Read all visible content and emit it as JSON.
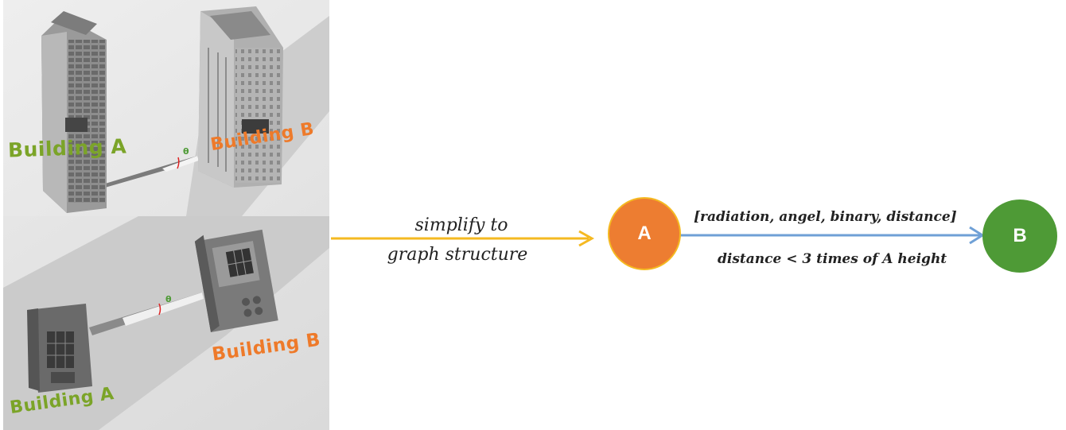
{
  "scene_top": {
    "building_a_label": "Building A",
    "building_b_label": "Building B",
    "angle_symbol": "θ"
  },
  "scene_bottom": {
    "building_a_label": "Building A",
    "building_b_label": "Building B",
    "angle_symbol": "θ"
  },
  "transition": {
    "caption_line1": "simplify to",
    "caption_line2": "graph structure",
    "arrow_color": "#F5B921"
  },
  "graph": {
    "node_a": {
      "label": "A",
      "fill": "#ED7D31",
      "stroke": "#F5B921"
    },
    "node_b": {
      "label": "B",
      "fill": "#4E9A36"
    },
    "edge": {
      "attributes_text": "[radiation, angel, binary, distance]",
      "condition_text": "distance < 3 times of A height",
      "color": "#6FA0D6"
    }
  },
  "colors": {
    "label_green": "#7BA428",
    "label_orange": "#EE7A2A"
  }
}
